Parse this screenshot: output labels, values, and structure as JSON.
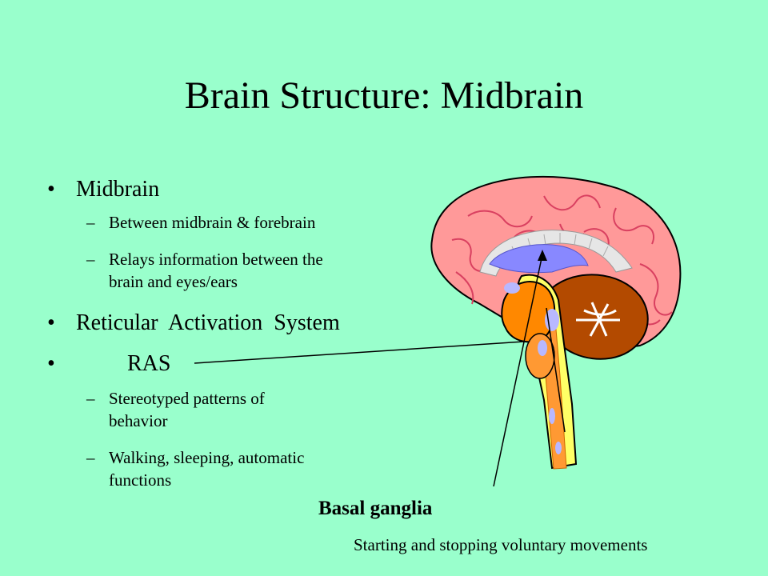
{
  "slide": {
    "title": "Brain Structure: Midbrain",
    "bullets": [
      {
        "text": "Midbrain",
        "sub": [
          "Between midbrain & forebrain",
          "Relays information between the",
          "brain and eyes/ears"
        ]
      },
      {
        "text": "Reticular  Activation  System",
        "sub": []
      },
      {
        "text": "RAS",
        "sub": [
          "Stereotyped patterns of",
          "behavior",
          "Walking, sleeping, automatic",
          "functions"
        ]
      }
    ],
    "bullet_symbol": "•",
    "dash_symbol": "–",
    "basal_ganglia": {
      "title": "Basal ganglia",
      "description": "Starting and stopping voluntary movements"
    }
  }
}
